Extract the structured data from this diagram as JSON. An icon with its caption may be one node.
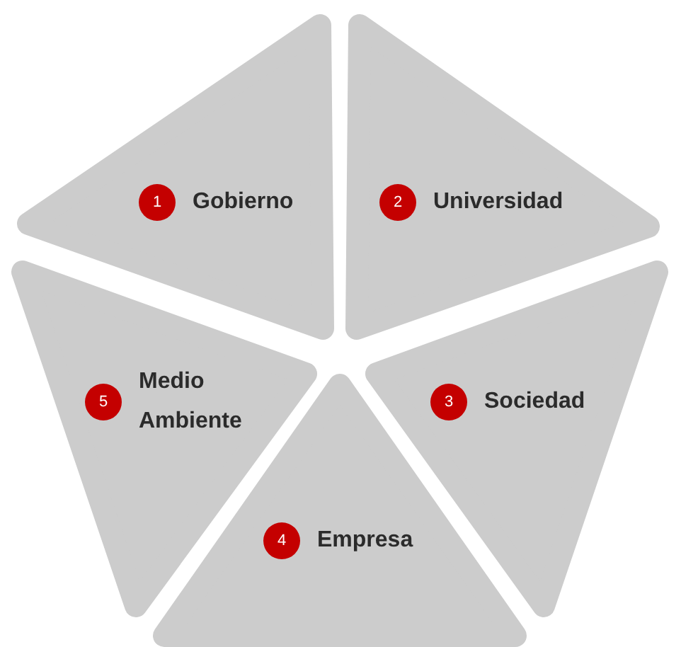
{
  "diagram": {
    "nodes": [
      {
        "text": [
          "Gobierno"
        ]
      },
      {
        "text": [
          "1"
        ],
        "in": 0
      },
      {
        "text": [
          "Universidad"
        ]
      },
      {
        "text": [
          "2"
        ],
        "in": 2
      },
      {
        "text": [
          "Sociedad"
        ]
      },
      {
        "text": [
          "3"
        ],
        "in": 4
      },
      {
        "text": [
          "Empresa"
        ]
      },
      {
        "text": [
          "4"
        ],
        "in": 6
      },
      {
        "text": [
          "Medio Ambiente"
        ]
      },
      {
        "text": [
          "5"
        ],
        "in": 8
      }
    ]
  }
}
